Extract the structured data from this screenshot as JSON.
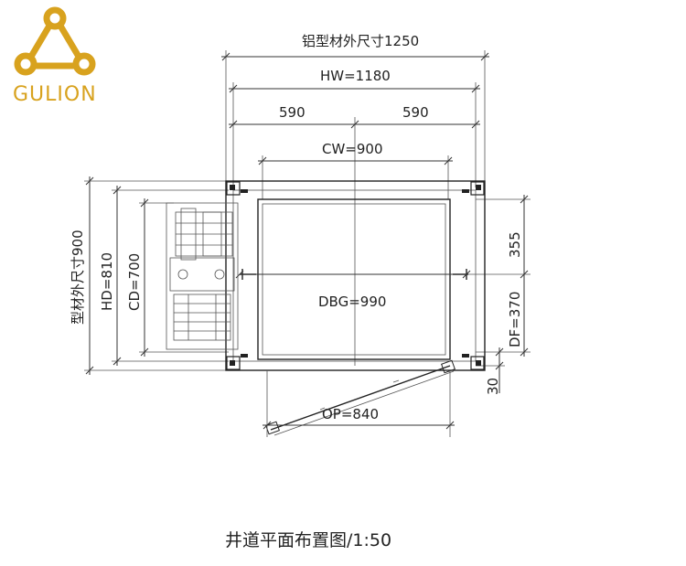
{
  "logo": {
    "text": "GULION",
    "color": "#d8a21e"
  },
  "dimensions": {
    "profile_outer_width": "铝型材外尺寸1250",
    "hw": "HW=1180",
    "half_left": "590",
    "half_right": "590",
    "cw": "CW=900",
    "profile_outer_depth": "型材外尺寸900",
    "hd": "HD=810",
    "cd": "CD=700",
    "dbg": "DBG=990",
    "top_offset": "355",
    "df": "DF=370",
    "gap": "30",
    "op": "OP=840"
  },
  "caption": "井道平面布置图/1:50"
}
